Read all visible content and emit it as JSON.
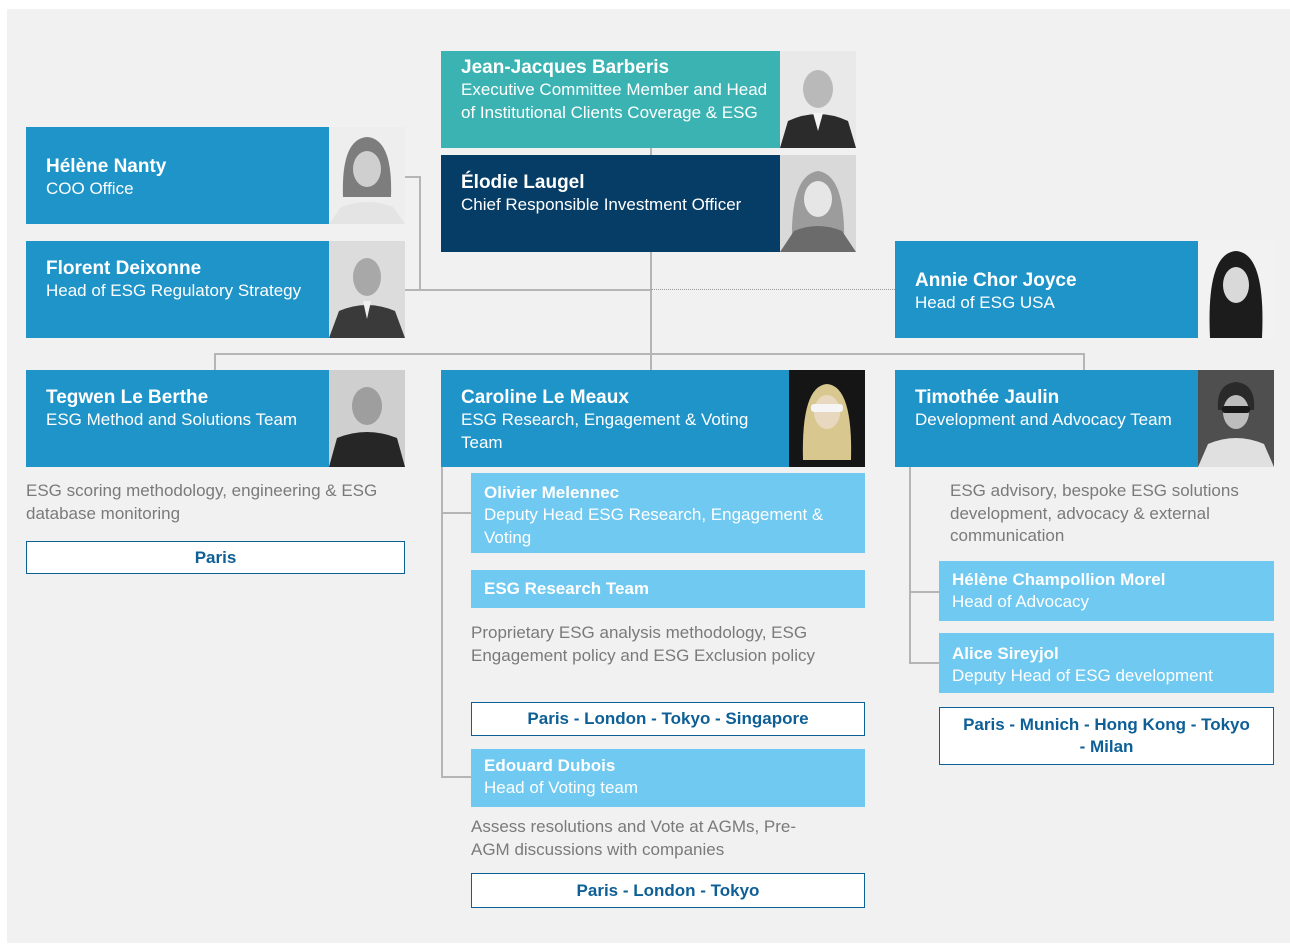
{
  "executive": {
    "name": "Jean-Jacques Barberis",
    "role": "Executive Committee Member and Head of Institutional Clients Coverage & ESG"
  },
  "cio": {
    "name": "Élodie Laugel",
    "role": "Chief Responsible Investment Officer"
  },
  "left_staff": [
    {
      "name": "Hélène Nanty",
      "role": "COO Office"
    },
    {
      "name": "Florent Deixonne",
      "role": "Head of ESG Regulatory Strategy"
    }
  ],
  "usa": {
    "name": "Annie Chor Joyce",
    "role": "Head of ESG USA"
  },
  "teams": {
    "method": {
      "name": "Tegwen Le Berthe",
      "role": "ESG Method and Solutions Team",
      "description": "ESG scoring methodology, engineering & ESG database monitoring",
      "locations": "Paris"
    },
    "research": {
      "name": "Caroline Le Meaux",
      "role": "ESG Research, Engagement & Voting Team",
      "deputy": {
        "name": "Olivier Melennec",
        "role": "Deputy Head ESG Research, Engagement & Voting"
      },
      "research_team": {
        "name": "ESG Research Team",
        "description": "Proprietary ESG analysis methodology, ESG Engagement policy and ESG Exclusion policy",
        "locations": "Paris - London - Tokyo - Singapore"
      },
      "voting": {
        "name": "Edouard Dubois",
        "role": "Head of Voting team",
        "description": "Assess resolutions and Vote at AGMs, Pre-AGM discussions with companies",
        "locations": "Paris - London - Tokyo"
      }
    },
    "advocacy": {
      "name": "Timothée Jaulin",
      "role": "Development and Advocacy Team",
      "description": "ESG advisory, bespoke ESG solutions development, advocacy & external communication",
      "members": [
        {
          "name": "Hélène Champollion Morel",
          "role": "Head of Advocacy"
        },
        {
          "name": "Alice Sireyjol",
          "role": "Deputy Head of ESG development"
        }
      ],
      "locations": "Paris - Munich - Hong Kong - Tokyo - Milan"
    }
  },
  "colors": {
    "panel": "#f1f1f1",
    "box_mid": "#1e94c9",
    "box_teal": "#3bb3b3",
    "box_navy": "#063d67",
    "box_light": "#6fc9f0",
    "location_text": "#0d5f96",
    "description_text": "#7a7a7a"
  }
}
